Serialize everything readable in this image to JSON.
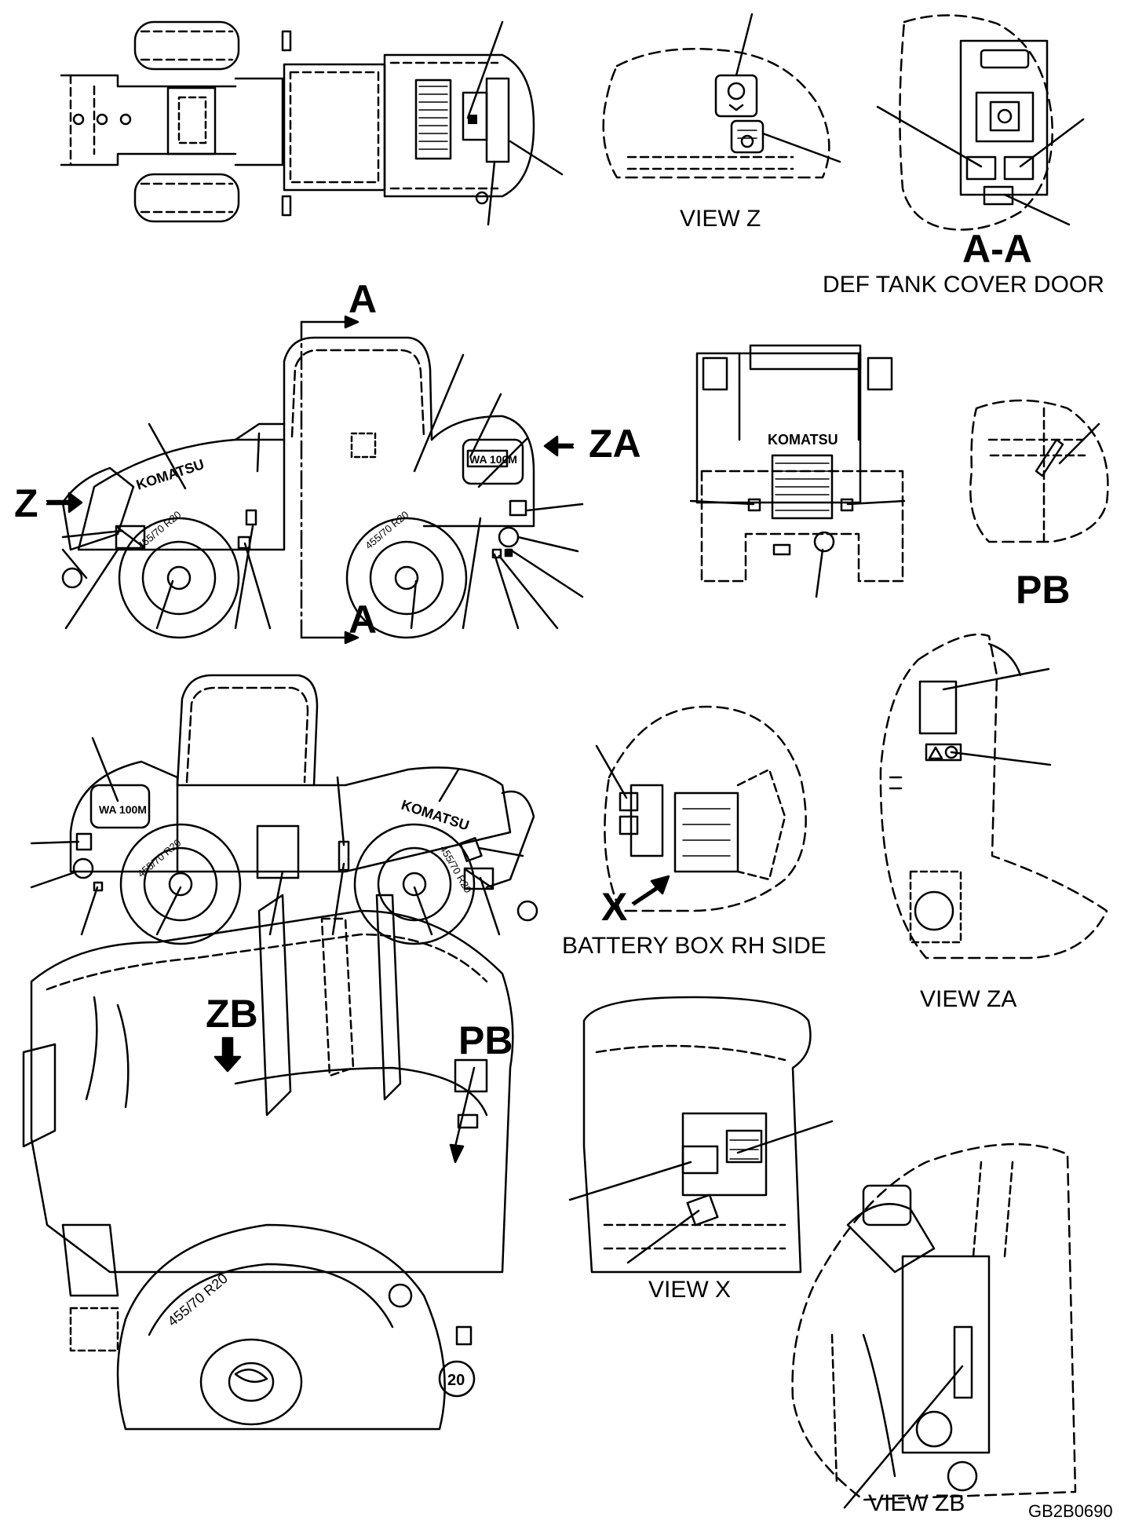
{
  "labels": {
    "view_z": "VIEW Z",
    "section_aa": "A-A",
    "def_tank_cover_door": "DEF TANK COVER DOOR",
    "arrow_a": "A",
    "arrow_z": "Z",
    "arrow_za": "ZA",
    "pb": "PB",
    "arrow_x": "X",
    "battery_box": "BATTERY BOX RH SIDE",
    "view_za": "VIEW ZA",
    "arrow_zb": "ZB",
    "view_x": "VIEW X",
    "view_zb": "VIEW ZB",
    "drawing_id": "GB2B0690"
  },
  "machine_text": {
    "brand": "KOMATSU",
    "model": "WA 100M",
    "tire": "455/70 R20",
    "speed": "20"
  }
}
